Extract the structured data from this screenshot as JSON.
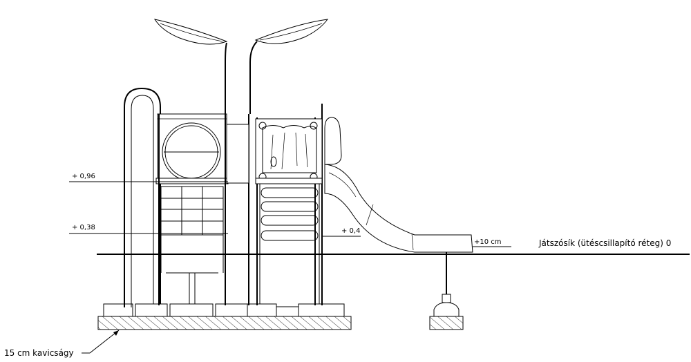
{
  "labels": {
    "level_096": "+ 0,96",
    "level_038": "+ 0,38",
    "level_04": "+ 0,4",
    "level_10cm": "+10 cm",
    "ground": "Játszósík (ütéscsillapító réteg) 0",
    "gravel": "15 cm kavicságy"
  }
}
